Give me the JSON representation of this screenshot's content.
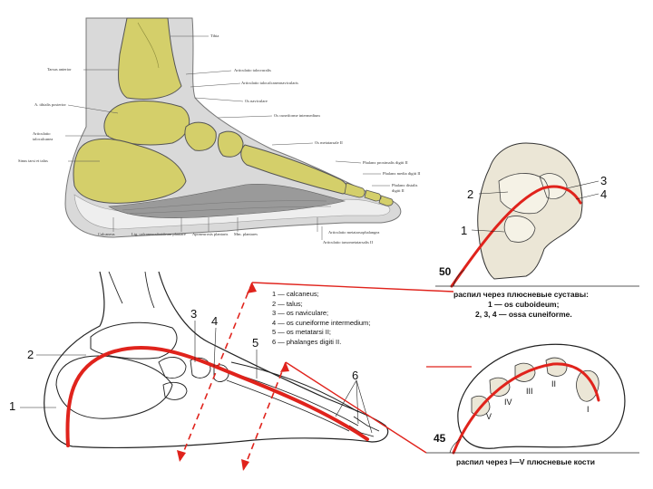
{
  "section_labels": [
    "Tarsus anterior",
    "A. tibialis posterior",
    "Articulatio",
    "talocalcanea",
    "Sinus tarsi et talus",
    "Tibia",
    "Articulatio talocruralis",
    "Articulatio talocalcaneonavicularis",
    "Os naviculare",
    "Os cuneiforme intermedium",
    "Os metatarsale II",
    "Phalanx proximalis digiti II",
    "Phalanx media digiti II",
    "Phalanx distalis",
    "digiti II",
    "Calcaneus",
    "Lig. calcaneocuboideum plantare",
    "Aponeurosis plantaris",
    "Mm. plantares",
    "Articulatio metatarsophalangea",
    "Articulatio tarsometatarsalis II"
  ],
  "schema_numbers": {
    "1": "1",
    "2": "2",
    "3": "3",
    "4": "4",
    "5": "5",
    "6": "6"
  },
  "legend": [
    "1 — calcaneus;",
    "2 — talus;",
    "3 — os naviculare;",
    "4 — os cuneiforme intermedium;",
    "5 — os metatarsi II;",
    "6 — phalanges digiti II."
  ],
  "tarsal_numbers": {
    "1": "1",
    "2": "2",
    "3": "3",
    "4": "4"
  },
  "tarsal_section": {
    "angle": "50",
    "caption_lines": [
      "распил через плюсневые суставы:",
      "1 — os cuboideum;",
      "2, 3, 4 — ossa cuneiforme."
    ]
  },
  "metatarsal_numerals": [
    "I",
    "II",
    "III",
    "IV",
    "V"
  ],
  "metatarsal_section": {
    "angle": "45",
    "caption": "распил через I—V плюсневые кости"
  },
  "colors": {
    "arch_line": "#e0231c",
    "bone": "#d4cf6a",
    "soft_tissue": "#d9d9d9"
  }
}
